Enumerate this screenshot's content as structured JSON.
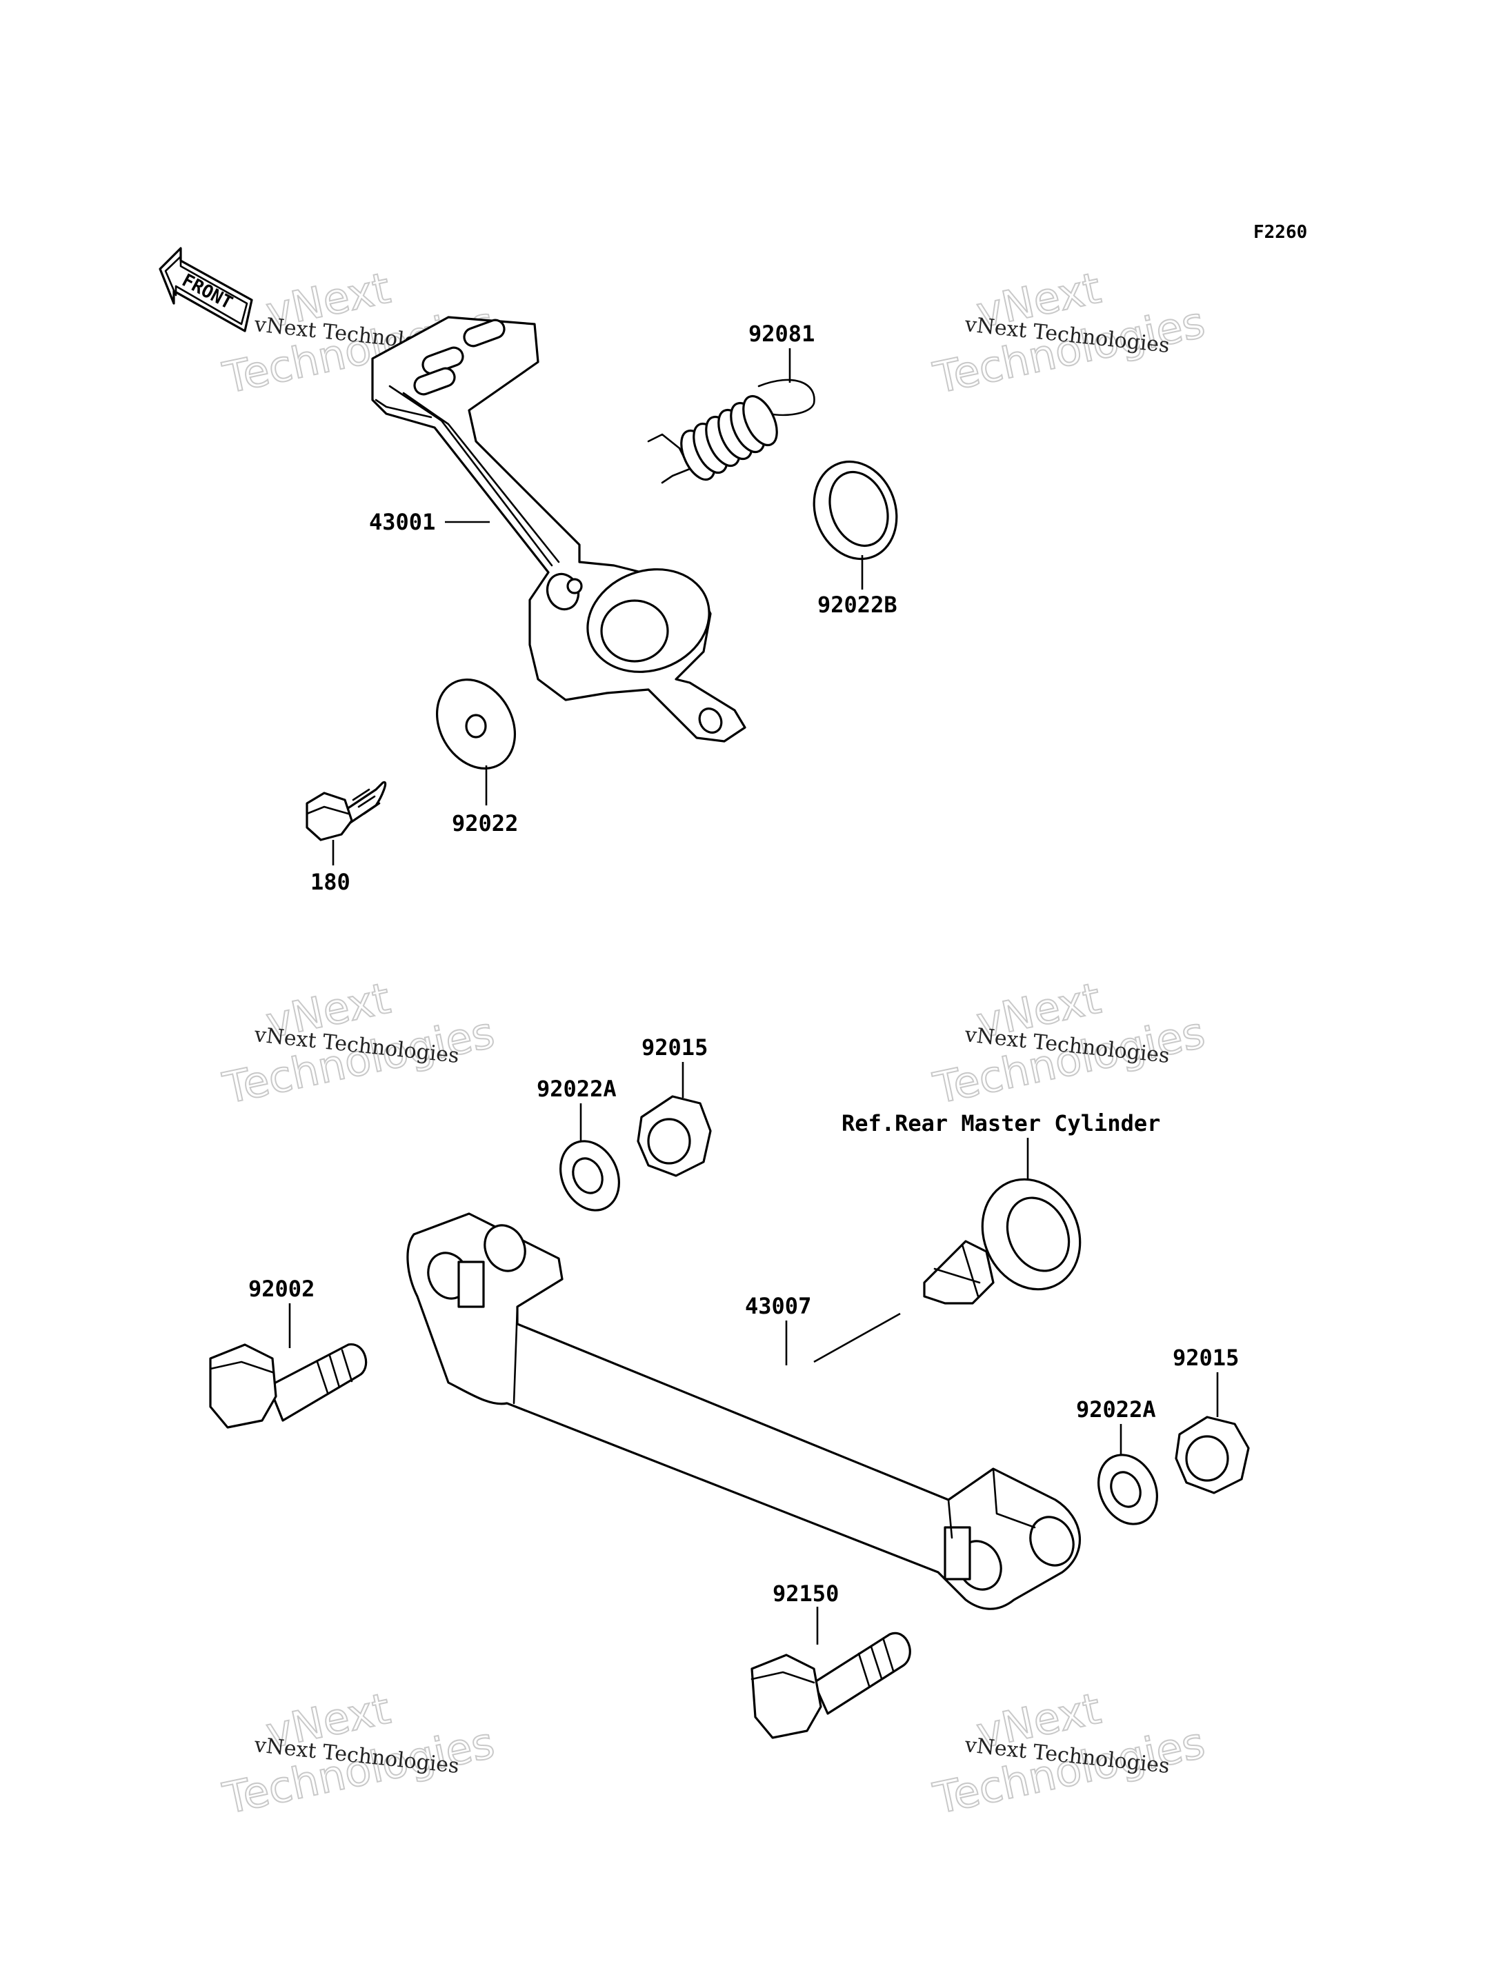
{
  "diagram": {
    "code": "F2260",
    "front_label": "FRONT",
    "reference_note": "Ref.Rear Master Cylinder",
    "watermark": {
      "line1": "vNext",
      "line2": "Technologies",
      "caption": "vNext Technologies"
    },
    "parts": [
      {
        "id": "p43001",
        "number": "43001"
      },
      {
        "id": "p92081",
        "number": "92081"
      },
      {
        "id": "p92022B",
        "number": "92022B"
      },
      {
        "id": "p92022",
        "number": "92022"
      },
      {
        "id": "p180",
        "number": "180"
      },
      {
        "id": "p92015a",
        "number": "92015"
      },
      {
        "id": "p92022Aa",
        "number": "92022A"
      },
      {
        "id": "p92002",
        "number": "92002"
      },
      {
        "id": "p43007",
        "number": "43007"
      },
      {
        "id": "p92015b",
        "number": "92015"
      },
      {
        "id": "p92022Ab",
        "number": "92022A"
      },
      {
        "id": "p92150",
        "number": "92150"
      }
    ]
  }
}
